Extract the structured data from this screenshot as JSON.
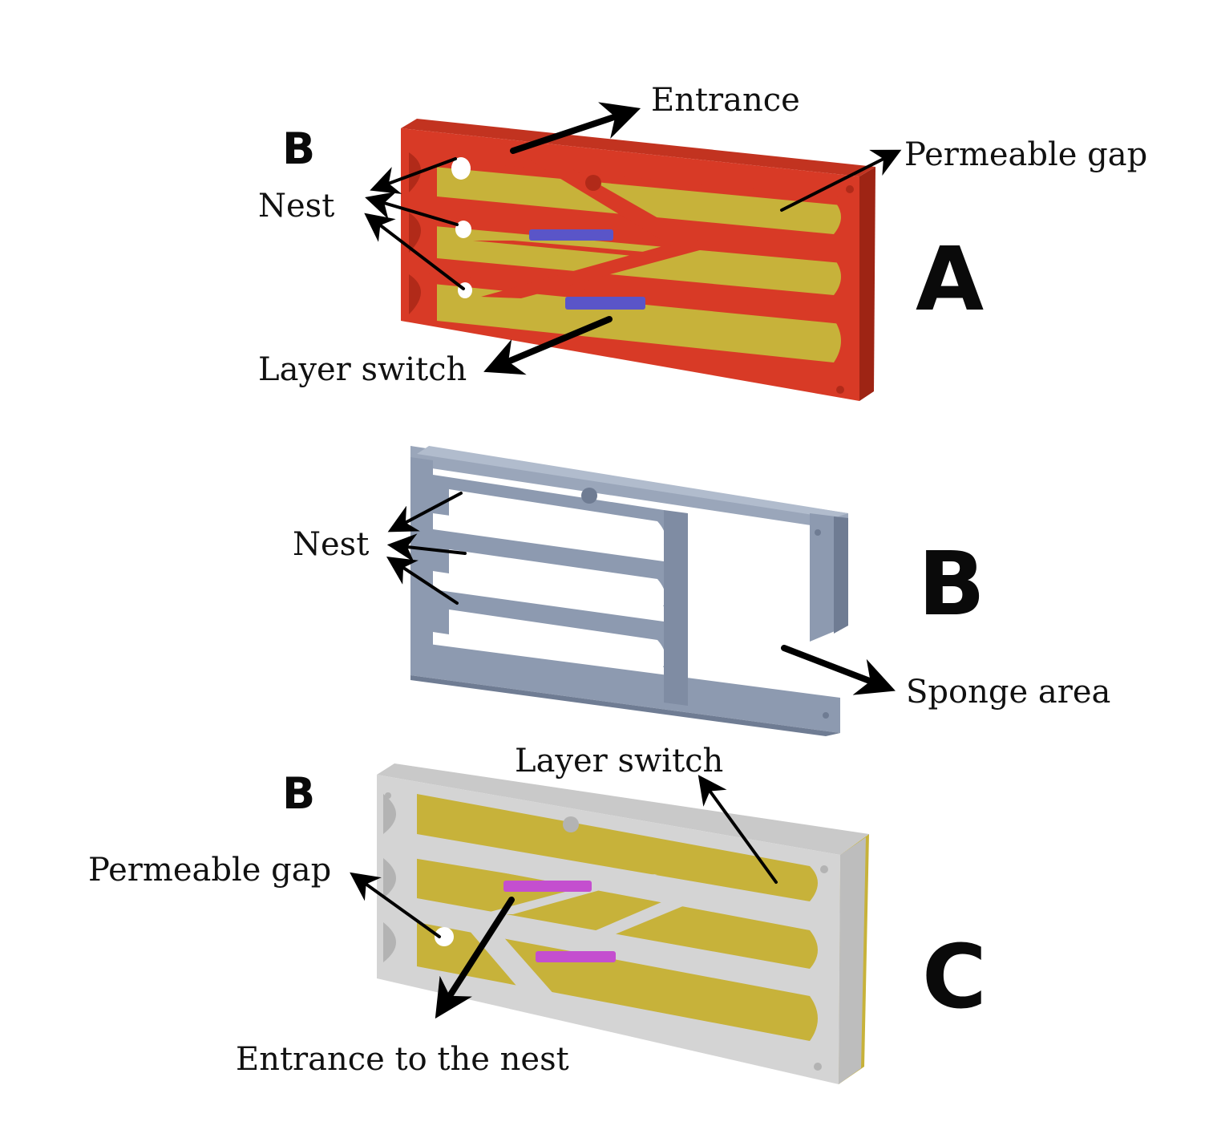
{
  "panels": {
    "a": {
      "letter": "A",
      "corner_label": "B",
      "labels": {
        "entrance": "Entrance",
        "permeable_gap": "Permeable gap",
        "nest": "Nest",
        "layer_switch": "Layer switch"
      },
      "colors": {
        "frame": "#d83a26",
        "frame_dark": "#b12a19",
        "floor": "#c7b23a",
        "switch": "#5a55c8"
      }
    },
    "b": {
      "letter": "B",
      "labels": {
        "nest": "Nest",
        "sponge_area": "Sponge area"
      },
      "colors": {
        "frame": "#8d9ab0",
        "frame_dark": "#6f7c93"
      }
    },
    "c": {
      "letter": "C",
      "corner_label": "B",
      "labels": {
        "layer_switch": "Layer switch",
        "permeable_gap": "Permeable gap",
        "entrance_to_nest": "Entrance to the nest"
      },
      "colors": {
        "frame": "#d4d4d4",
        "frame_dark": "#b3b3b3",
        "floor": "#c7b23a",
        "switch": "#c44fcf"
      }
    }
  }
}
